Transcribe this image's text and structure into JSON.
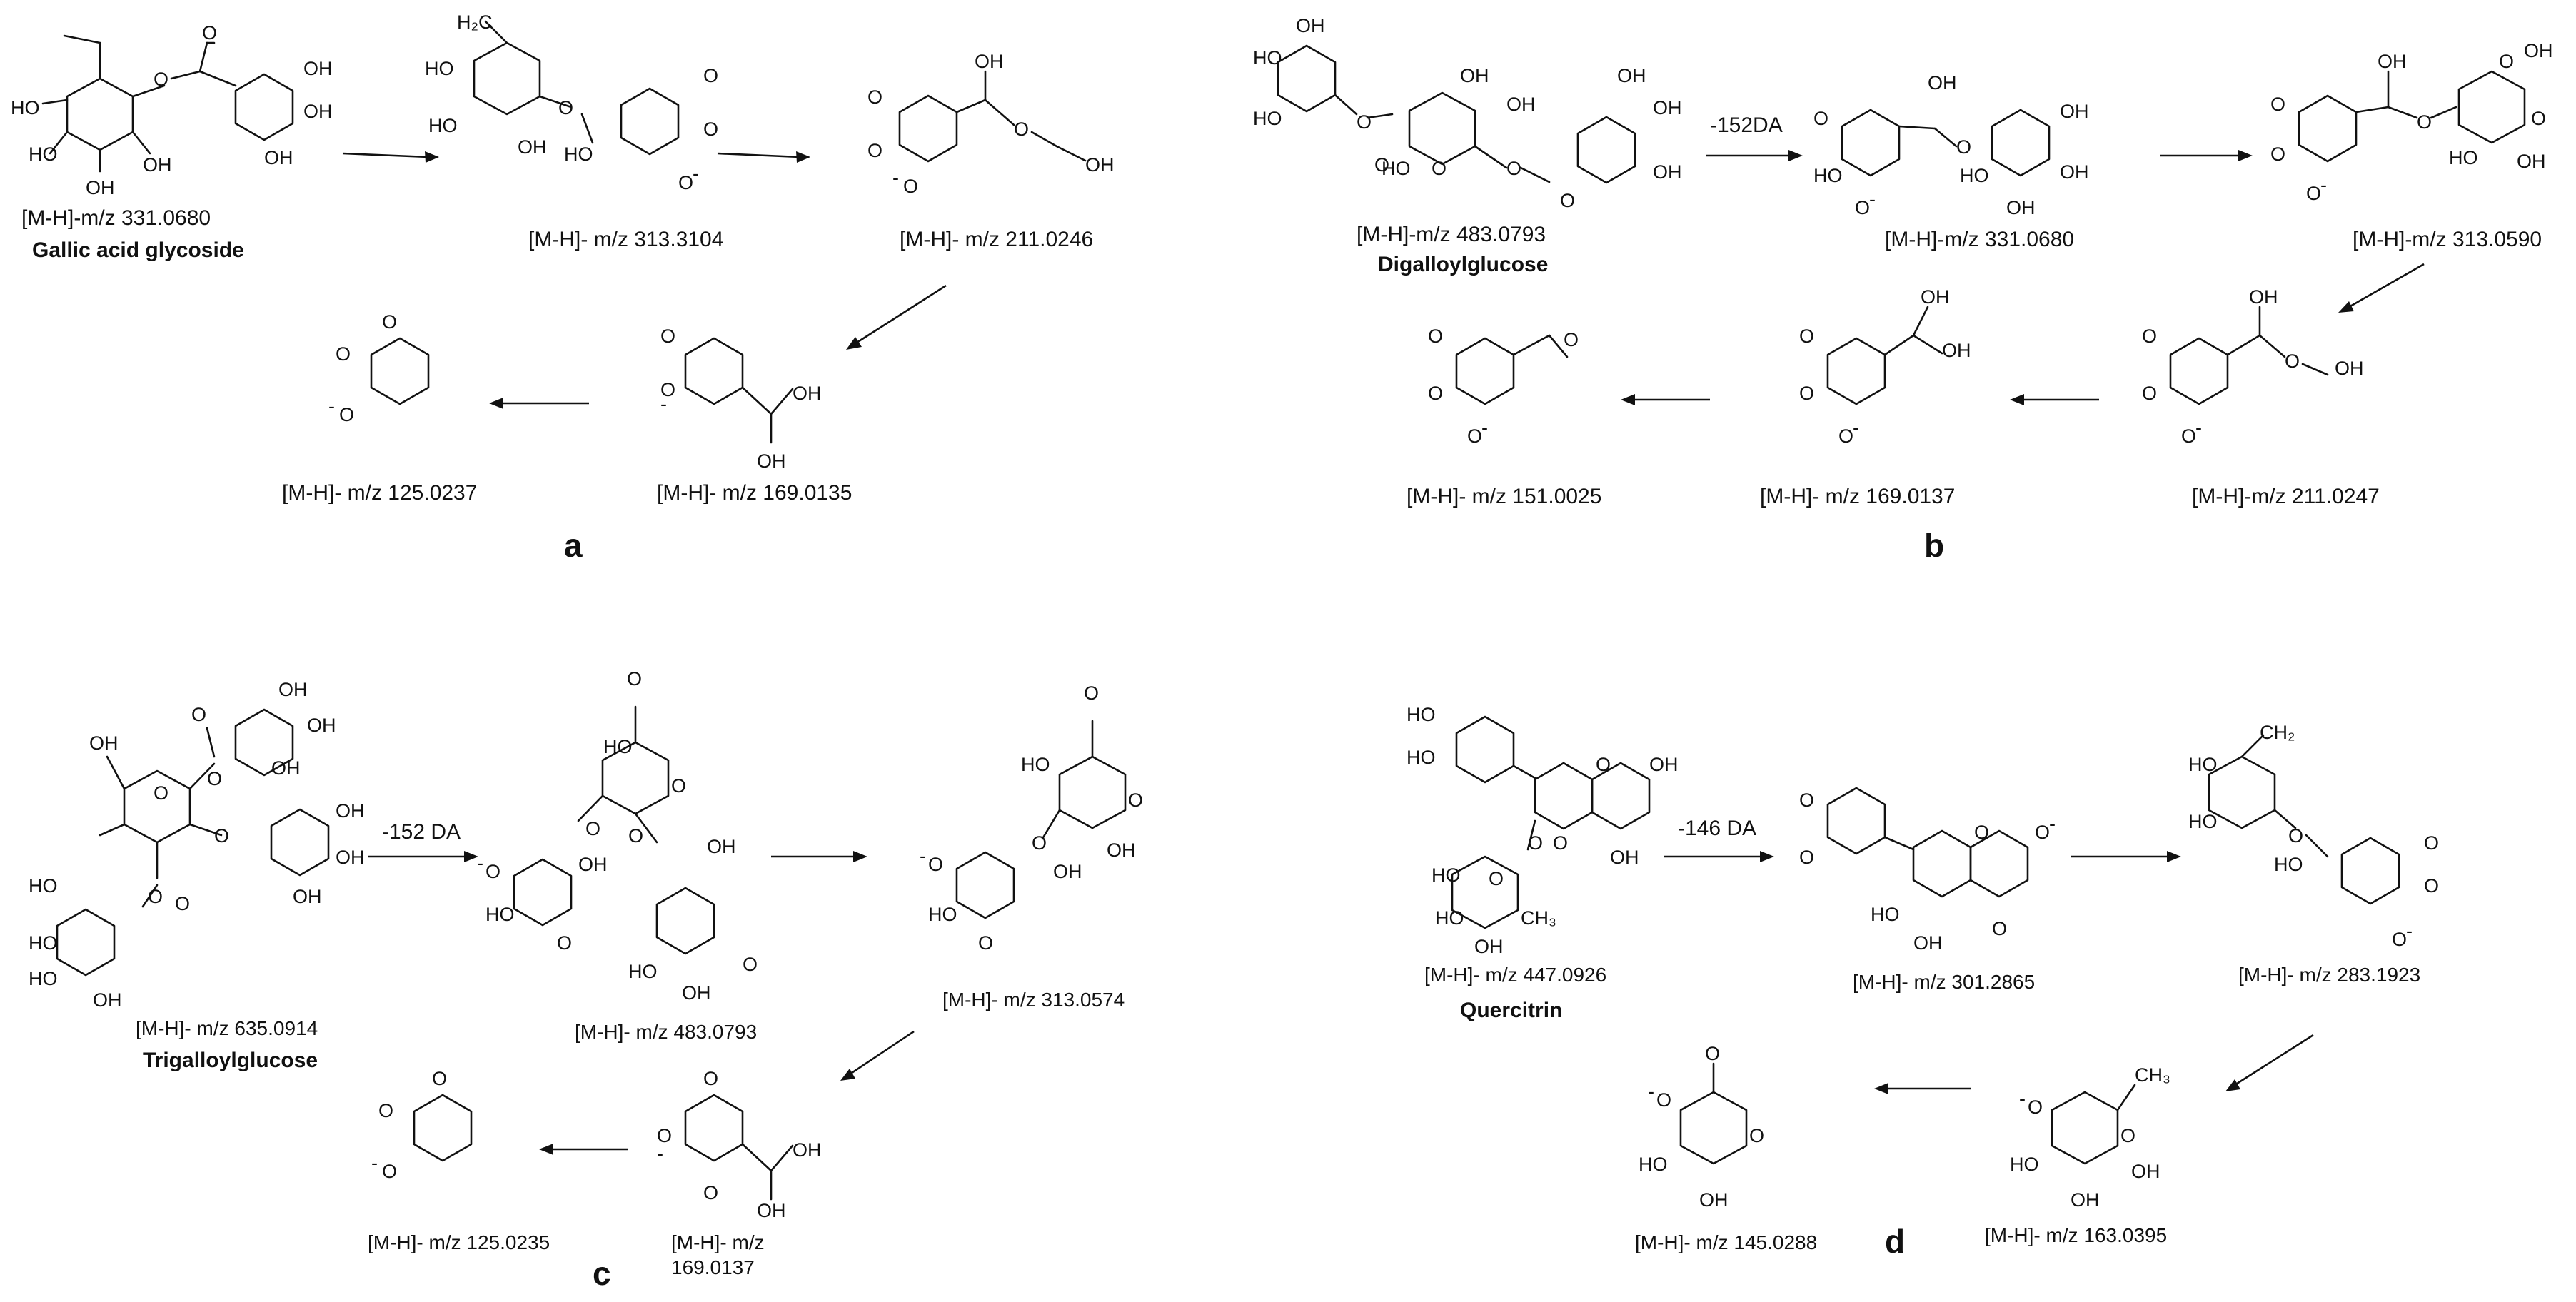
{
  "panels": {
    "a": {
      "letter": "a",
      "compound_name": "Gallic acid glycoside",
      "labels": [
        "[M-H]-m/z 331.0680",
        "[M-H]- m/z 313.3104",
        "[M-H]- m/z 211.0246",
        "[M-H]- m/z 169.0135",
        "[M-H]- m/z 125.0237"
      ]
    },
    "b": {
      "letter": "b",
      "compound_name": "Digalloylglucose",
      "loss": "-152DA",
      "labels": [
        "[M-H]-m/z 483.0793",
        "[M-H]-m/z 331.0680",
        "[M-H]-m/z 313.0590",
        "[M-H]-m/z 211.0247",
        "[M-H]- m/z 169.0137",
        "[M-H]- m/z 151.0025"
      ]
    },
    "c": {
      "letter": "c",
      "compound_name": "Trigalloylglucose",
      "loss": "-152 DA",
      "labels": [
        "[M-H]- m/z 635.0914",
        "[M-H]- m/z 483.0793",
        "[M-H]- m/z 313.0574",
        "[M-H]- m/z",
        "169.0137",
        "[M-H]- m/z 125.0235"
      ]
    },
    "d": {
      "letter": "d",
      "compound_name": "Quercitrin",
      "loss": "-146 DA",
      "labels": [
        "[M-H]- m/z 447.0926",
        "[M-H]- m/z 301.2865",
        "[M-H]- m/z 283.1923",
        "[M-H]- m/z 163.0395",
        "[M-H]- m/z 145.0288"
      ]
    }
  },
  "atoms": {
    "OH": "OH",
    "HO": "HO",
    "O": "O",
    "Ominus": "O",
    "minus": "-",
    "H2C": "H₂C",
    "CH2": "CH₂",
    "CH3": "CH₃"
  }
}
